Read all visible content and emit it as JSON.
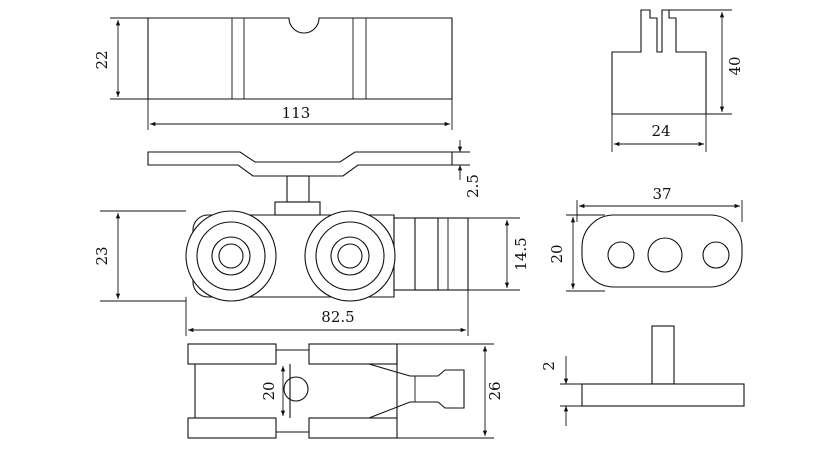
{
  "dimensions": {
    "top_height": "22",
    "top_length": "113",
    "side_height": "40",
    "side_width": "24",
    "plate_thickness": "2.5",
    "roller_height": "23",
    "bracket_height": "14.5",
    "roller_length": "82.5",
    "plate_length": "37",
    "plate_width": "20",
    "bottom_inner_width": "20",
    "bottom_outer_width": "26",
    "stud_offset": "2"
  }
}
